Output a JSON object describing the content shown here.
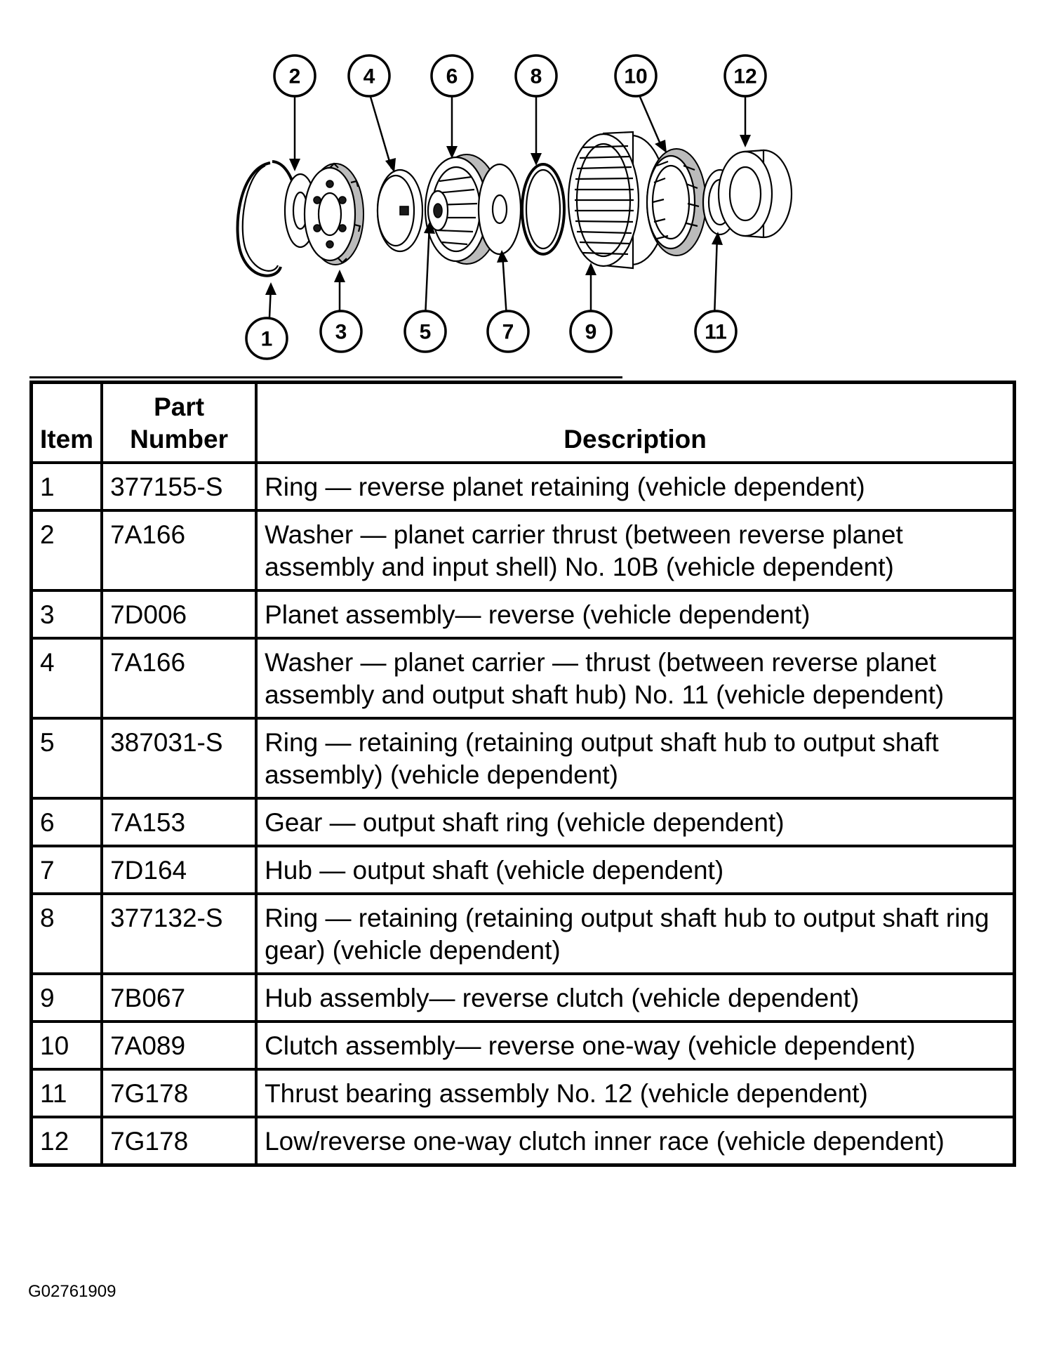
{
  "diagram": {
    "callouts": [
      "1",
      "2",
      "3",
      "4",
      "5",
      "6",
      "7",
      "8",
      "9",
      "10",
      "11",
      "12"
    ]
  },
  "table": {
    "headers": {
      "item": "Item",
      "part_line1": "Part",
      "part_line2": "Number",
      "description": "Description"
    },
    "rows": [
      {
        "item": "1",
        "part": "377155-S",
        "description": "Ring — reverse planet retaining (vehicle dependent)"
      },
      {
        "item": "2",
        "part": "7A166",
        "description": "Washer — planet carrier thrust (between reverse planet assembly and input shell) No. 10B (vehicle dependent)"
      },
      {
        "item": "3",
        "part": "7D006",
        "description": "Planet assembly— reverse (vehicle dependent)"
      },
      {
        "item": "4",
        "part": "7A166",
        "description": "Washer — planet carrier — thrust (between reverse planet assembly and output shaft hub) No. 11 (vehicle dependent)"
      },
      {
        "item": "5",
        "part": "387031-S",
        "description": "Ring — retaining (retaining output shaft hub to output shaft assembly) (vehicle dependent)"
      },
      {
        "item": "6",
        "part": "7A153",
        "description": "Gear — output shaft ring (vehicle dependent)"
      },
      {
        "item": "7",
        "part": "7D164",
        "description": "Hub — output shaft (vehicle dependent)"
      },
      {
        "item": "8",
        "part": "377132-S",
        "description": "Ring — retaining (retaining output shaft hub to output shaft ring gear) (vehicle dependent)"
      },
      {
        "item": "9",
        "part": "7B067",
        "description": "Hub assembly— reverse clutch (vehicle dependent)"
      },
      {
        "item": "10",
        "part": "7A089",
        "description": "Clutch assembly— reverse one-way (vehicle dependent)"
      },
      {
        "item": "11",
        "part": "7G178",
        "description": "Thrust bearing assembly No. 12 (vehicle dependent)"
      },
      {
        "item": "12",
        "part": "7G178",
        "description": "Low/reverse one-way clutch inner race (vehicle dependent)"
      }
    ]
  },
  "figure_id": "G02761909"
}
